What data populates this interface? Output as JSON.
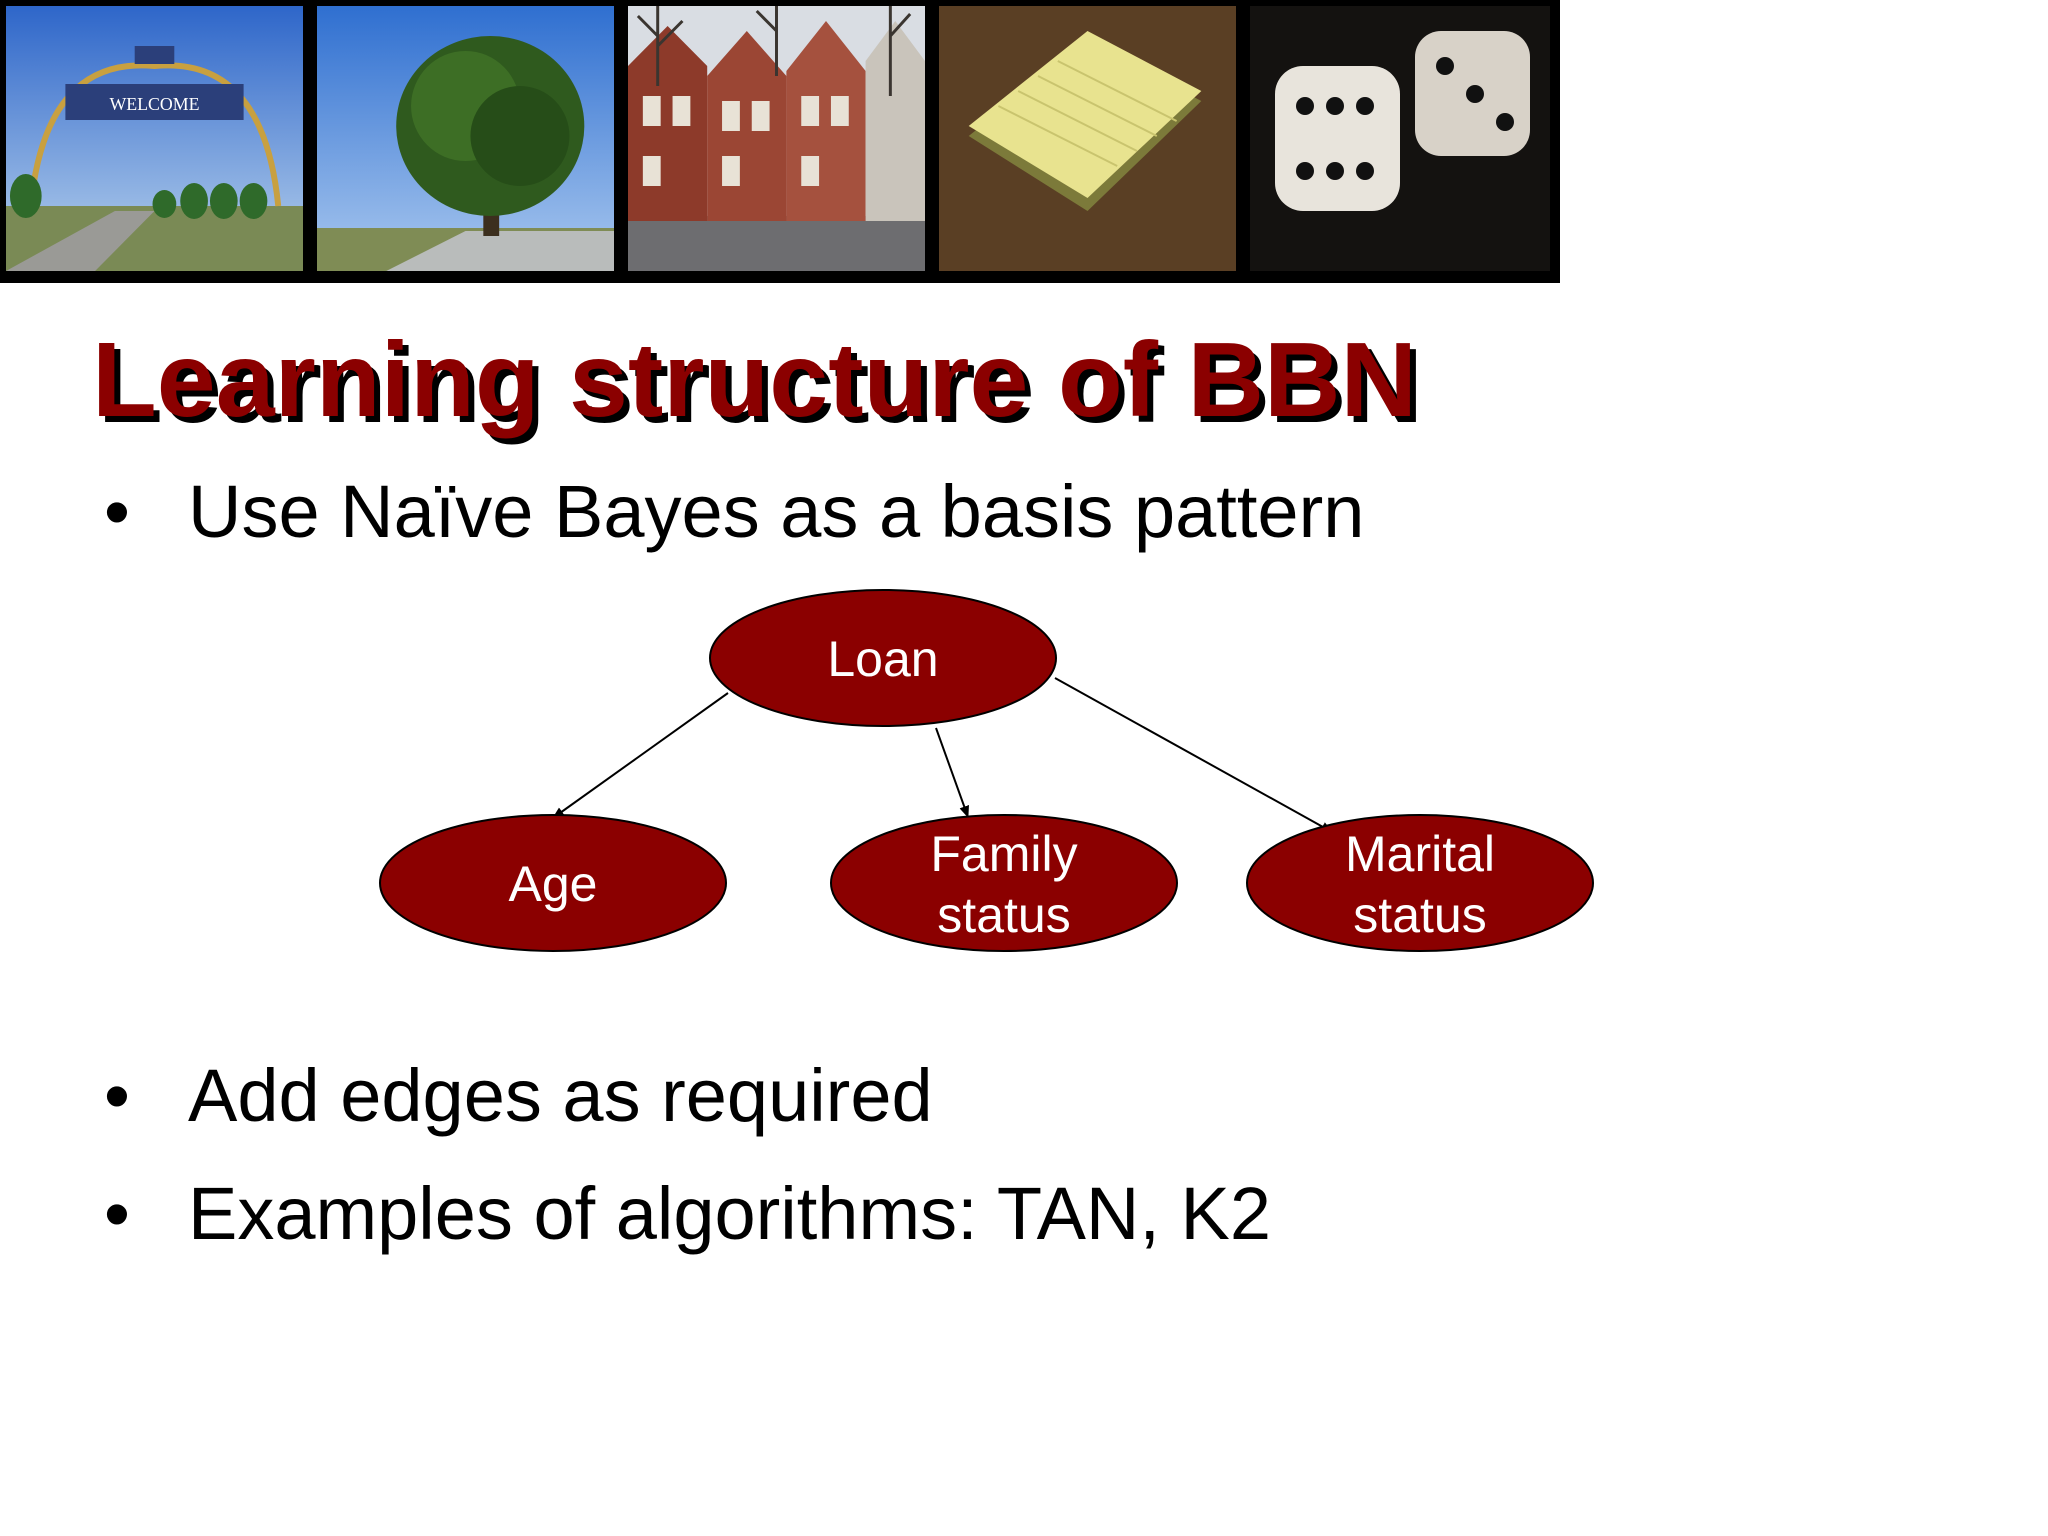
{
  "banner": {
    "photos": [
      {
        "icon": "welcome-arch-photo"
      },
      {
        "icon": "tree-photo"
      },
      {
        "icon": "row-houses-photo"
      },
      {
        "icon": "sticky-note-photo"
      },
      {
        "icon": "dice-photo"
      }
    ]
  },
  "slide": {
    "title": "Learning structure of BBN",
    "bullets": [
      {
        "symbol": "•",
        "text": "Use Naïve Bayes as a basis pattern"
      },
      {
        "symbol": "•",
        "text": "Add edges as required"
      },
      {
        "symbol": "•",
        "text": "Examples of algorithms: TAN, K2"
      }
    ]
  },
  "diagram": {
    "node_color": "#8b0000",
    "nodes": {
      "loan": {
        "label": "Loan"
      },
      "age": {
        "label": "Age"
      },
      "family": {
        "line1": "Family",
        "line2": "status"
      },
      "marital": {
        "line1": "Marital",
        "line2": "status"
      }
    },
    "edges": [
      {
        "from": "Loan",
        "to": "Age"
      },
      {
        "from": "Loan",
        "to": "Family status"
      },
      {
        "from": "Loan",
        "to": "Marital status"
      }
    ]
  }
}
